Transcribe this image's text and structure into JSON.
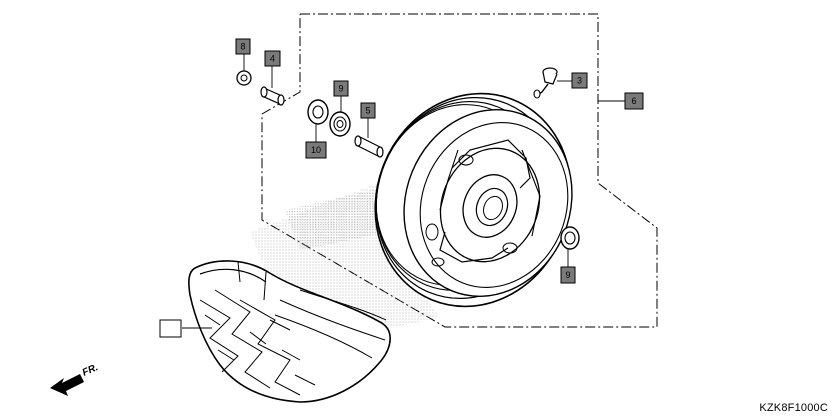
{
  "callouts": [
    {
      "id": "c8",
      "label": "8"
    },
    {
      "id": "c4",
      "label": "4"
    },
    {
      "id": "c9a",
      "label": "9"
    },
    {
      "id": "c5",
      "label": "5"
    },
    {
      "id": "c10",
      "label": "10"
    },
    {
      "id": "c3",
      "label": "3"
    },
    {
      "id": "c6",
      "label": "6"
    },
    {
      "id": "c9b",
      "label": "9"
    },
    {
      "id": "c_tire",
      "label": ""
    }
  ],
  "direction_indicator": "FR.",
  "diagram_code": "KZK8F1000C",
  "colors": {
    "callout_fill": "#7a7a7a",
    "line": "#000000",
    "shade": "#b0b0b0"
  }
}
